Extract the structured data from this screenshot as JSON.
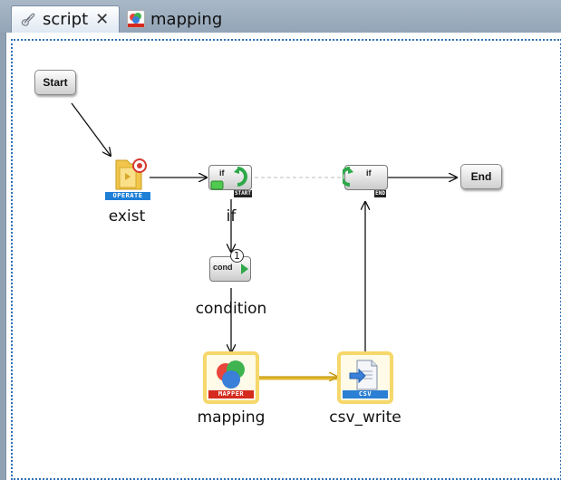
{
  "tabs": [
    {
      "label": "script",
      "active": true,
      "icon": "script-icon",
      "close": "✕"
    },
    {
      "label": "mapping",
      "active": false,
      "icon": "mapper-icon"
    }
  ],
  "nodes": {
    "start": {
      "label": "Start"
    },
    "end": {
      "label": "End"
    },
    "exist": {
      "label": "exist",
      "badge": "OPERATE"
    },
    "if_start": {
      "label": "if",
      "text": "if",
      "badge": "START"
    },
    "if_end": {
      "text": "if",
      "badge": "END"
    },
    "condition": {
      "label": "condition",
      "text": "cond",
      "order": "1"
    },
    "mapping": {
      "label": "mapping",
      "badge": "MAPPER"
    },
    "csv_write": {
      "label": "csv_write",
      "badge": "CSV"
    }
  },
  "colors": {
    "tab_bar": "#93a5b7",
    "selection_border": "#2f6fb5",
    "data_flow": "#e0b832",
    "node_highlight": "#f6d76a",
    "operate_badge": "#1f7fd6",
    "mapper_badge": "#d42b1e",
    "csv_badge": "#2b7fd4"
  }
}
